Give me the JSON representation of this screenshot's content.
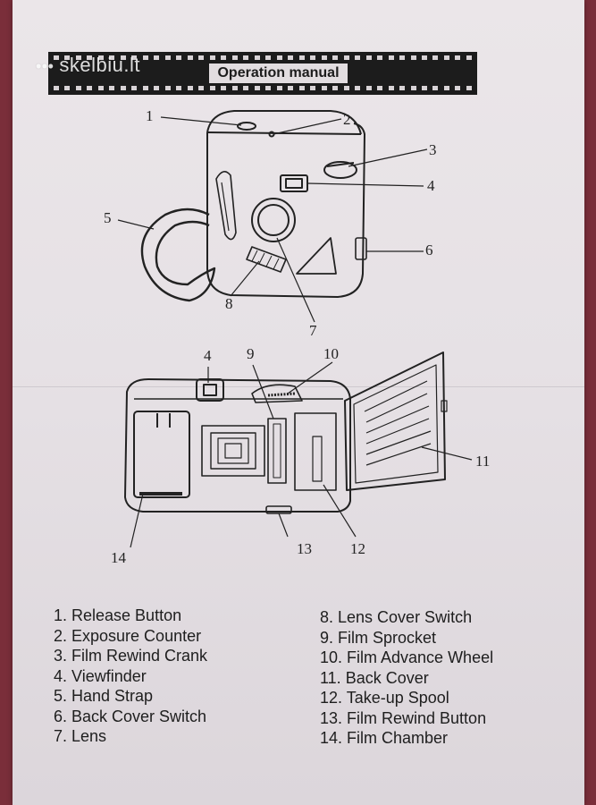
{
  "watermark": {
    "text": "skelbiu.lt"
  },
  "header": {
    "title": "Operation manual"
  },
  "diagram_labels": {
    "l1": "1",
    "l2": "2",
    "l3": "3",
    "l4": "4",
    "l5": "5",
    "l6": "6",
    "l7": "7",
    "l8": "8",
    "b4": "4",
    "b9": "9",
    "b10": "10",
    "b11": "11",
    "b12": "12",
    "b13": "13",
    "b14": "14"
  },
  "legend": {
    "left": [
      "1. Release Button",
      "2. Exposure Counter",
      "3. Film Rewind Crank",
      "4. Viewfinder",
      "5. Hand Strap",
      "6. Back Cover Switch",
      "7. Lens"
    ],
    "right": [
      "8. Lens Cover Switch",
      "9. Film Sprocket",
      "10. Film Advance Wheel",
      "11. Back Cover",
      "12. Take-up Spool",
      "13. Film Rewind Button",
      "14. Film Chamber"
    ]
  }
}
